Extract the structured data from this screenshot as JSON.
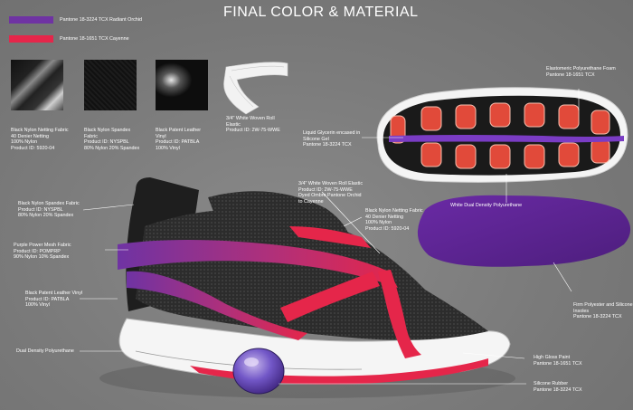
{
  "title": "FINAL COLOR  & MATERIAL",
  "pantone_swatches": [
    {
      "label": "Pantone 18-3224 TCX Radiant Orchid",
      "color": "#6f33a3"
    },
    {
      "label": "Pantone 18-1651 TCX Cayenne",
      "color": "#e5264a"
    }
  ],
  "materials": [
    {
      "label": "Black Nylon Netting Fabric\n40 Denier Netting\n100% Nylon\nProduct ID: 5920-04"
    },
    {
      "label": "Black Nylon Spandex\nFabric\nProduct ID: NYSPBL\n80% Nylon 20% Spandex"
    },
    {
      "label": "Black Patent Leather\nVinyl\nProduct ID: PATBLA\n100% Vinyl"
    },
    {
      "label": "3/4\" White Woven Roll\nElastic\nProduct ID: 2W-75-WWE"
    }
  ],
  "callouts": {
    "elastomeric": "Elastomeric Polyurethane Foam\nPantone 18-1651 TCX",
    "liquid_glycerin": "Liquid Glycerin encased in\nSilicone Gel\nPantone 18-3224 TCX",
    "white_dual_density": "White Dual Density Polyurethane",
    "spandex": "Black Nylon Spandex Fabric\nProduct ID: NYSPBL\n80% Nylon 20% Spandex",
    "woven_roll_elastic": "3/4\" White Woven Roll Elastic\nProduct ID: 2W-75-WWE\nDyed Ombre Pantone Orchid\nto Cayenne",
    "netting": "Black Nylon Netting Fabric\n40 Denier Netting\n100% Nylon\nProduct ID: 5920-04",
    "purple_mesh": "Purple Power Mesh Fabric\nProduct ID: POMPRP\n90% Nylon 10% Spandex",
    "patent_leather": "Black Patent Leather Vinyl\nProduct ID: PATBLA\n100% Vinyl",
    "dual_density": "Dual Density Polyurethane",
    "insole": "Firm Polyester and Silicone\nInsoles\nPantone 18-3224 TCX",
    "high_gloss": "High Gloss Paint\nPantone 18-1651 TCX",
    "silicone_rubber": "Silicone Rubber\nPantone 18-3224 TCX"
  },
  "colors": {
    "orchid": "#6f33a3",
    "cayenne": "#e5264a",
    "insole_purple": "#5d2491",
    "shoe_black": "#1f1f1f"
  }
}
